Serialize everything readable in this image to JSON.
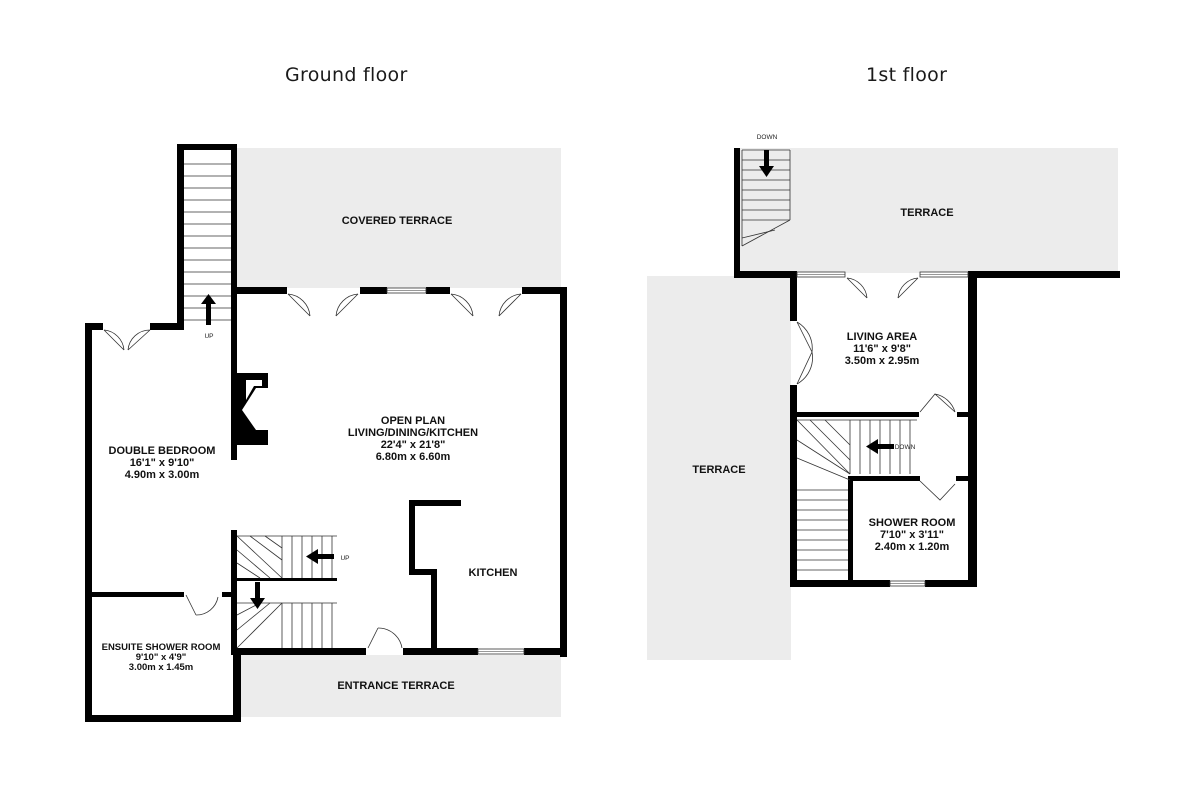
{
  "floors": {
    "ground": {
      "title": "Ground floor",
      "rooms": {
        "covered_terrace": {
          "name": "COVERED TERRACE"
        },
        "open_plan": {
          "name": "OPEN PLAN",
          "name2": "LIVING/DINING/KITCHEN",
          "imperial": "22'4\"  x 21'8\"",
          "metric": "6.80m  x 6.60m"
        },
        "double_bedroom": {
          "name": "DOUBLE BEDROOM",
          "imperial": "16'1\"  x 9'10\"",
          "metric": "4.90m  x 3.00m"
        },
        "ensuite": {
          "name": "ENSUITE SHOWER ROOM",
          "imperial": "9'10\"  x 4'9\"",
          "metric": "3.00m  x 1.45m"
        },
        "kitchen": {
          "name": "KITCHEN"
        },
        "entrance_terrace": {
          "name": "ENTRANCE TERRACE"
        }
      },
      "stair_up_top": "UP",
      "stair_up_mid": "UP"
    },
    "first": {
      "title": "1st floor",
      "rooms": {
        "terrace_top": {
          "name": "TERRACE"
        },
        "terrace_side": {
          "name": "TERRACE"
        },
        "living_area": {
          "name": "LIVING AREA",
          "imperial": "11'6\"  x 9'8\"",
          "metric": "3.50m  x 2.95m"
        },
        "shower_room": {
          "name": "SHOWER ROOM",
          "imperial": "7'10\"  x 3'11\"",
          "metric": "2.40m  x 1.20m"
        }
      },
      "stair_down_top": "DOWN",
      "stair_down_mid": "DOWN"
    }
  }
}
